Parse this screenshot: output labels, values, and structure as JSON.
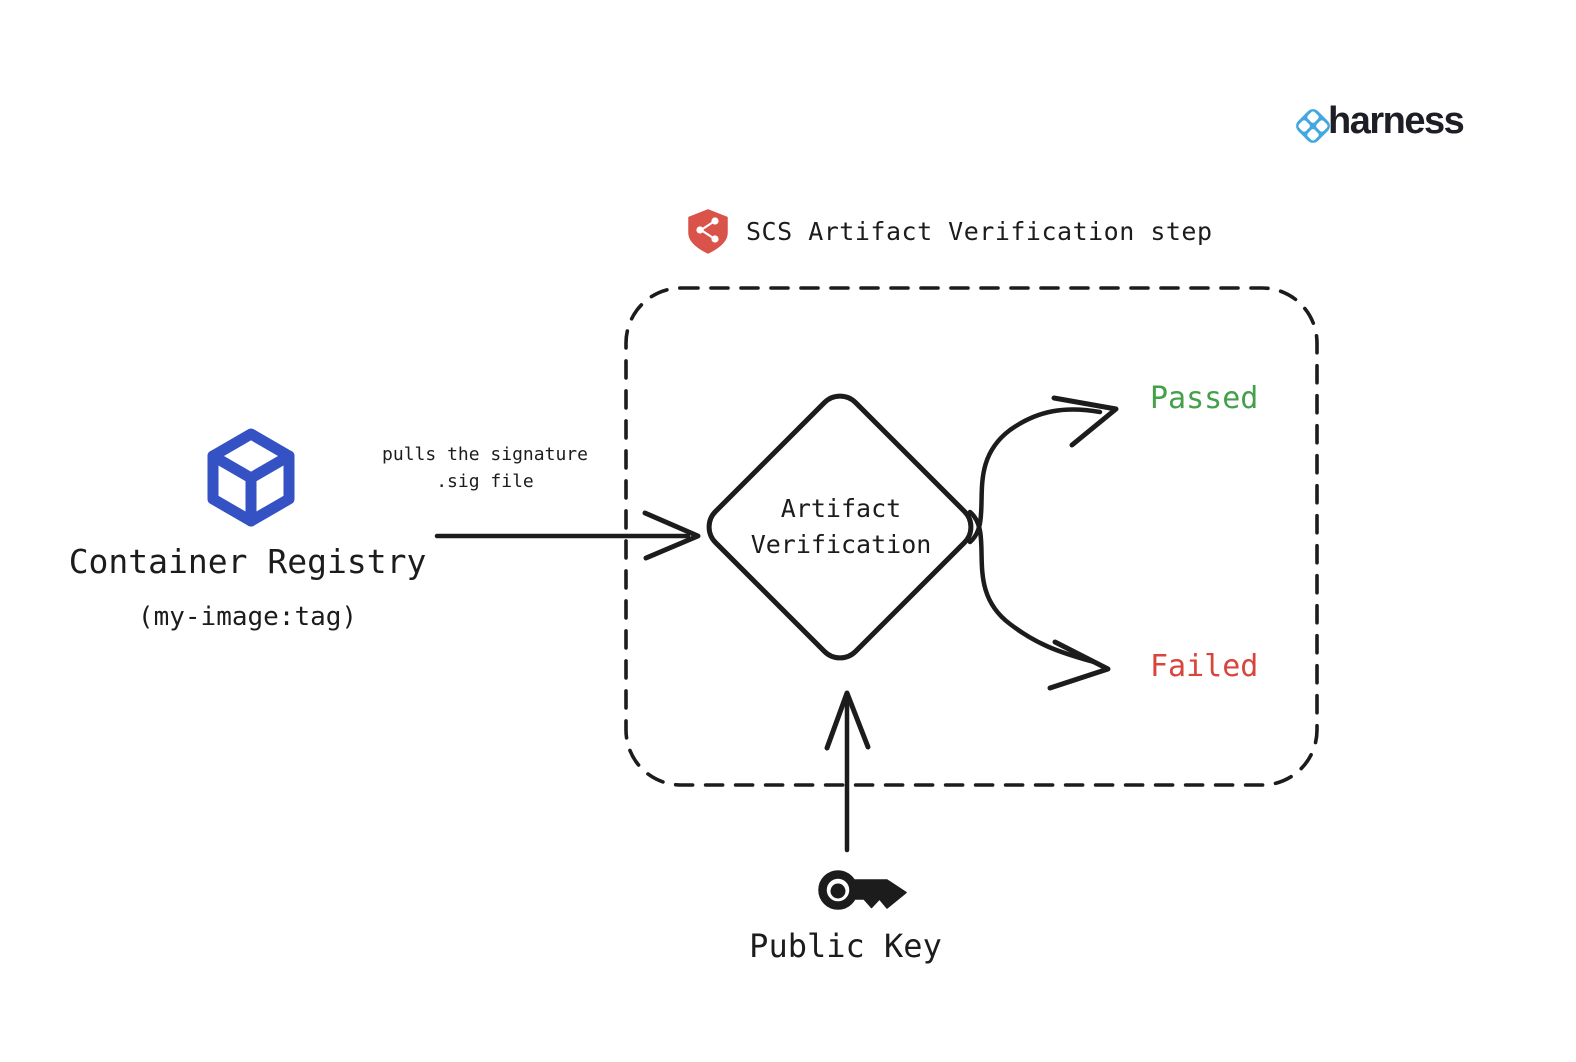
{
  "brand": {
    "name": "harness",
    "icon": "harness-diamond-icon",
    "icon_color": "#45a7e0",
    "text_color": "#1e1e26"
  },
  "step_box": {
    "title": "SCS Artifact Verification step",
    "icon": "shield-network-icon",
    "icon_color": "#d9534a",
    "border_style": "dashed"
  },
  "registry": {
    "icon": "container-cube-icon",
    "icon_color": "#3452c4",
    "title": "Container Registry",
    "subtitle": "(my-image:tag)"
  },
  "pull_arrow": {
    "label_line1": "pulls the signature",
    "label_line2": ".sig file"
  },
  "decision": {
    "label_line1": "Artifact",
    "label_line2": "Verification"
  },
  "outcomes": {
    "passed": {
      "label": "Passed",
      "color": "#44a04a"
    },
    "failed": {
      "label": "Failed",
      "color": "#d8453d"
    }
  },
  "public_key": {
    "icon": "key-icon",
    "label": "Public Key"
  },
  "ink_color": "#1c1c1c",
  "background": "#ffffff"
}
